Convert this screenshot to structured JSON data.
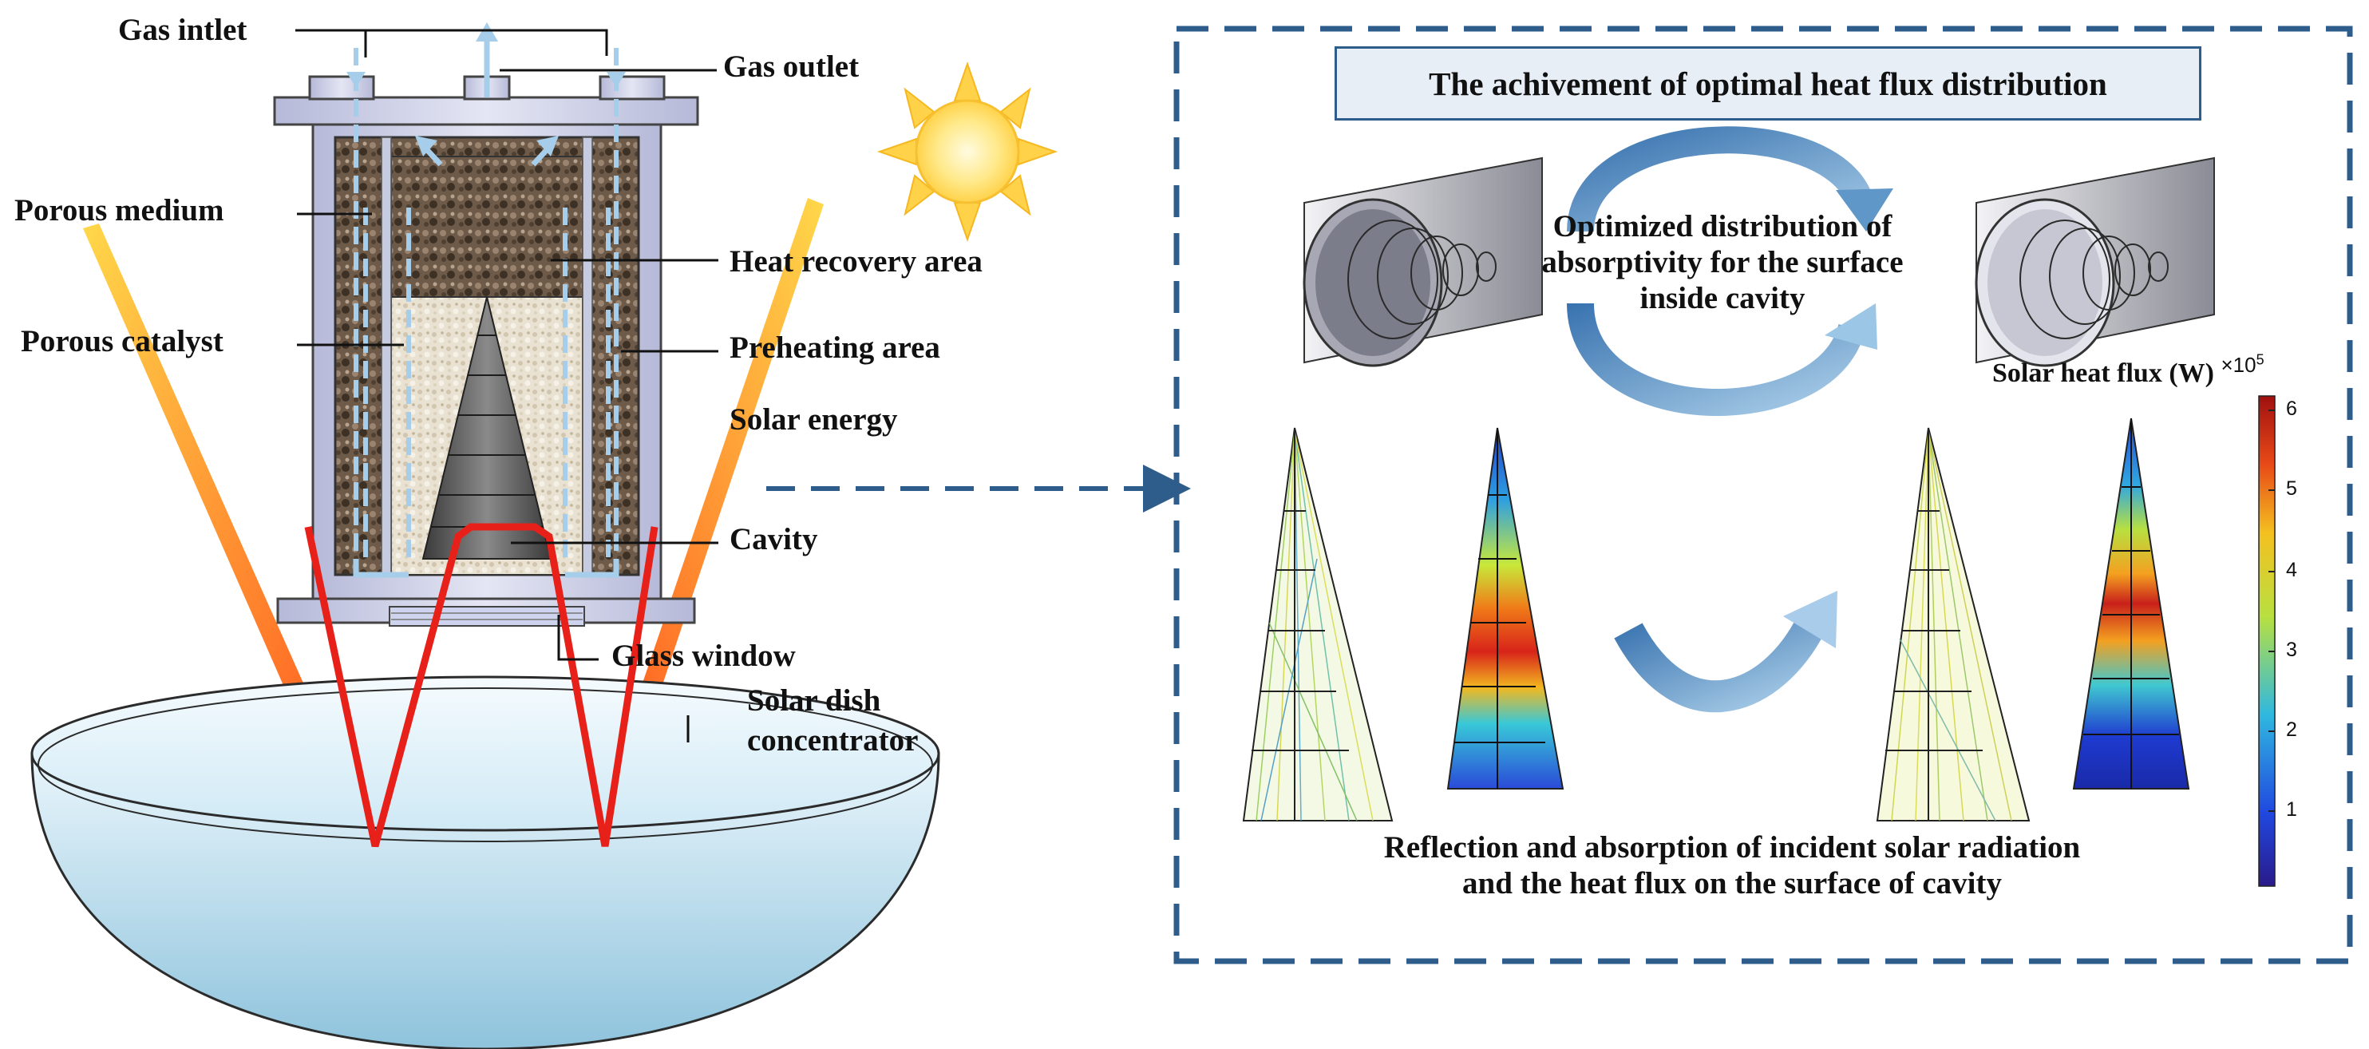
{
  "labels": {
    "gas_inlet": "Gas intlet",
    "gas_outlet": "Gas outlet",
    "porous_medium": "Porous medium",
    "heat_recovery_area": "Heat recovery area",
    "porous_catalyst": "Porous catalyst",
    "preheating_area": "Preheating area",
    "solar_energy": "Solar energy",
    "cavity": "Cavity",
    "glass_window": "Glass window",
    "solar_dish_line1": "Solar dish",
    "solar_dish_line2": "concentrator"
  },
  "panel": {
    "title": "The achivement of optimal heat flux distribution",
    "optimized_line1": "Optimized distribution of",
    "optimized_line2": "absorptivity for the surface",
    "optimized_line3": "inside cavity",
    "caption_line1": "Reflection and absorption of incident solar radiation",
    "caption_line2": "and the heat flux on the surface of cavity"
  },
  "colorbar": {
    "title": "Solar heat flux (W)",
    "multiplier": "×10",
    "exponent": "5",
    "ticks": [
      "6",
      "5",
      "4",
      "3",
      "2",
      "1"
    ]
  },
  "colors": {
    "panel_border": "#2e5d8c",
    "arrow_blue": "#4a86c0",
    "ray_red": "#e8201a",
    "sun_yellow": "#ffd84a",
    "dish_blue": "#bfe2f2"
  }
}
